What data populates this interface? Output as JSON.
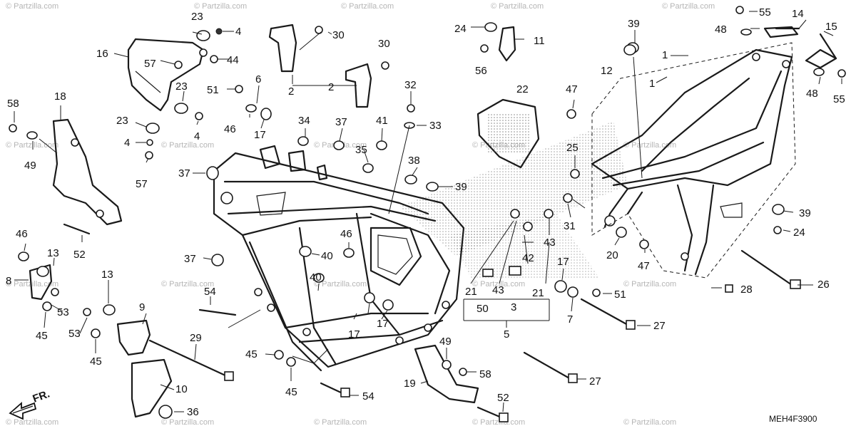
{
  "watermark": "© Partzilla.com",
  "diagram_code": "MEH4F3900",
  "front_label": "FR.",
  "callouts": [
    {
      "id": "c23a",
      "text": "23"
    },
    {
      "id": "c4a",
      "text": "4"
    },
    {
      "id": "c30",
      "text": "30"
    },
    {
      "id": "c24a",
      "text": "24"
    },
    {
      "id": "c11",
      "text": "11"
    },
    {
      "id": "c55a",
      "text": "55"
    },
    {
      "id": "c14",
      "text": "14"
    },
    {
      "id": "c39a",
      "text": "39"
    },
    {
      "id": "c48a",
      "text": "48"
    },
    {
      "id": "c15",
      "text": "15"
    },
    {
      "id": "c16",
      "text": "16"
    },
    {
      "id": "c44",
      "text": "44"
    },
    {
      "id": "c57a",
      "text": "57"
    },
    {
      "id": "c2a",
      "text": "2"
    },
    {
      "id": "c30b",
      "text": "30"
    },
    {
      "id": "c56",
      "text": "56"
    },
    {
      "id": "c1a",
      "text": "1"
    },
    {
      "id": "c1b",
      "text": "1"
    },
    {
      "id": "c12",
      "text": "12"
    },
    {
      "id": "c48b",
      "text": "48"
    },
    {
      "id": "c55b",
      "text": "55"
    },
    {
      "id": "c58a",
      "text": "58"
    },
    {
      "id": "c18",
      "text": "18"
    },
    {
      "id": "c23b",
      "text": "23"
    },
    {
      "id": "c6",
      "text": "6"
    },
    {
      "id": "c51a",
      "text": "51"
    },
    {
      "id": "c2b",
      "text": "2"
    },
    {
      "id": "c32",
      "text": "32"
    },
    {
      "id": "c22",
      "text": "22"
    },
    {
      "id": "c47a",
      "text": "47"
    },
    {
      "id": "c23c",
      "text": "23"
    },
    {
      "id": "c4b",
      "text": "4"
    },
    {
      "id": "c46a",
      "text": "46"
    },
    {
      "id": "c17a",
      "text": "17"
    },
    {
      "id": "c34",
      "text": "34"
    },
    {
      "id": "c37a",
      "text": "37"
    },
    {
      "id": "c41",
      "text": "41"
    },
    {
      "id": "c33",
      "text": "33"
    },
    {
      "id": "c4c",
      "text": "4"
    },
    {
      "id": "c49a",
      "text": "49"
    },
    {
      "id": "c35",
      "text": "35"
    },
    {
      "id": "c25",
      "text": "25"
    },
    {
      "id": "c57b",
      "text": "57"
    },
    {
      "id": "c37b",
      "text": "37"
    },
    {
      "id": "c38",
      "text": "38"
    },
    {
      "id": "c39b",
      "text": "39"
    },
    {
      "id": "c46b",
      "text": "46"
    },
    {
      "id": "c31",
      "text": "31"
    },
    {
      "id": "c43a",
      "text": "43"
    },
    {
      "id": "c39c",
      "text": "39"
    },
    {
      "id": "c24b",
      "text": "24"
    },
    {
      "id": "c52a",
      "text": "52"
    },
    {
      "id": "c13a",
      "text": "13"
    },
    {
      "id": "c37c",
      "text": "37"
    },
    {
      "id": "c40a",
      "text": "40"
    },
    {
      "id": "c46c",
      "text": "46"
    },
    {
      "id": "c20",
      "text": "20"
    },
    {
      "id": "c47b",
      "text": "47"
    },
    {
      "id": "c8",
      "text": "8"
    },
    {
      "id": "c42",
      "text": "42"
    },
    {
      "id": "c13b",
      "text": "13"
    },
    {
      "id": "c40b",
      "text": "40"
    },
    {
      "id": "c17b",
      "text": "17"
    },
    {
      "id": "c28",
      "text": "28"
    },
    {
      "id": "c26",
      "text": "26"
    },
    {
      "id": "c21a",
      "text": "21"
    },
    {
      "id": "c43b",
      "text": "43"
    },
    {
      "id": "c21b",
      "text": "21"
    },
    {
      "id": "c51b",
      "text": "51"
    },
    {
      "id": "c53a",
      "text": "53"
    },
    {
      "id": "c9",
      "text": "9"
    },
    {
      "id": "c54a",
      "text": "54"
    },
    {
      "id": "c50",
      "text": "50"
    },
    {
      "id": "c3",
      "text": "3"
    },
    {
      "id": "c7",
      "text": "7"
    },
    {
      "id": "c27a",
      "text": "27"
    },
    {
      "id": "c45a",
      "text": "45"
    },
    {
      "id": "c53b",
      "text": "53"
    },
    {
      "id": "c17c",
      "text": "17"
    },
    {
      "id": "c17d",
      "text": "17"
    },
    {
      "id": "c5",
      "text": "5"
    },
    {
      "id": "c29",
      "text": "29"
    },
    {
      "id": "c45b",
      "text": "45"
    },
    {
      "id": "c49b",
      "text": "49"
    },
    {
      "id": "c45c",
      "text": "45"
    },
    {
      "id": "c58b",
      "text": "58"
    },
    {
      "id": "c10",
      "text": "10"
    },
    {
      "id": "c27b",
      "text": "27"
    },
    {
      "id": "c45d",
      "text": "45"
    },
    {
      "id": "c19",
      "text": "19"
    },
    {
      "id": "c54b",
      "text": "54"
    },
    {
      "id": "c36",
      "text": "36"
    },
    {
      "id": "c52b",
      "text": "52"
    }
  ]
}
